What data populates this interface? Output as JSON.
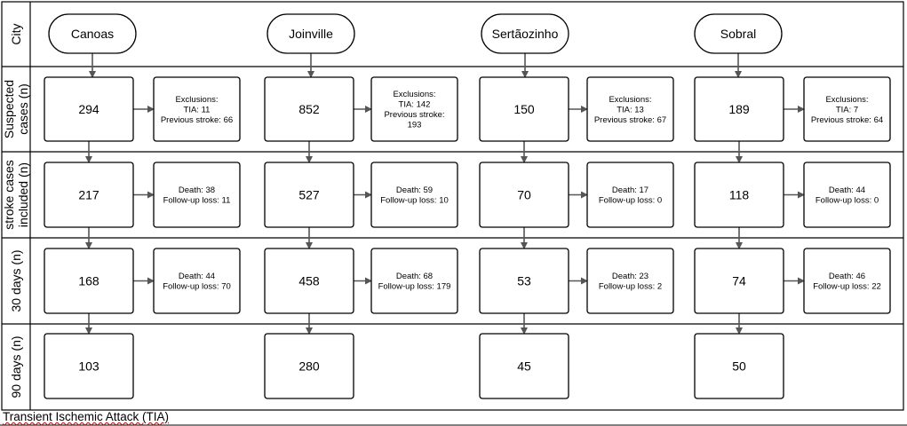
{
  "row_labels": [
    [
      "City"
    ],
    [
      "Suspected",
      "cases (n)"
    ],
    [
      "stroke cases",
      "included (n)"
    ],
    [
      "30 days (n)"
    ],
    [
      "90 days (n)"
    ]
  ],
  "cities": [
    {
      "name": "Canoas",
      "suspected": "294",
      "suspected_note": [
        "Exclusions:",
        "TIA: 11",
        "Previous stroke: 66"
      ],
      "included": "217",
      "included_note": [
        "Death: 38",
        "Follow-up loss: 11"
      ],
      "day30": "168",
      "day30_note": [
        "Death: 44",
        "Follow-up loss: 70"
      ],
      "day90": "103"
    },
    {
      "name": "Joinville",
      "suspected": "852",
      "suspected_note": [
        "Exclusions:",
        "TIA: 142",
        "Previous stroke:",
        "193"
      ],
      "included": "527",
      "included_note": [
        "Death: 59",
        "Follow-up loss: 10"
      ],
      "day30": "458",
      "day30_note": [
        "Death: 68",
        "Follow-up loss: 179"
      ],
      "day90": "280"
    },
    {
      "name": "Sertãozinho",
      "suspected": "150",
      "suspected_note": [
        "Exclusions:",
        "TIA: 13",
        "Previous stroke: 67"
      ],
      "included": "70",
      "included_note": [
        "Death: 17",
        "Follow-up loss: 0"
      ],
      "day30": "53",
      "day30_note": [
        "Death: 23",
        "Follow-up loss: 2"
      ],
      "day90": "45"
    },
    {
      "name": "Sobral",
      "suspected": "189",
      "suspected_note": [
        "Exclusions:",
        "TIA: 7",
        "Previous stroke: 64"
      ],
      "included": "118",
      "included_note": [
        "Death: 44",
        "Follow-up loss: 0"
      ],
      "day30": "74",
      "day30_note": [
        "Death: 46",
        "Follow-up loss: 22"
      ],
      "day90": "50"
    }
  ],
  "footnote": "Transient Ischemic Attack (TIA)",
  "colors": {
    "stroke": "#000000",
    "arrow": "#555555",
    "background": "#ffffff"
  }
}
